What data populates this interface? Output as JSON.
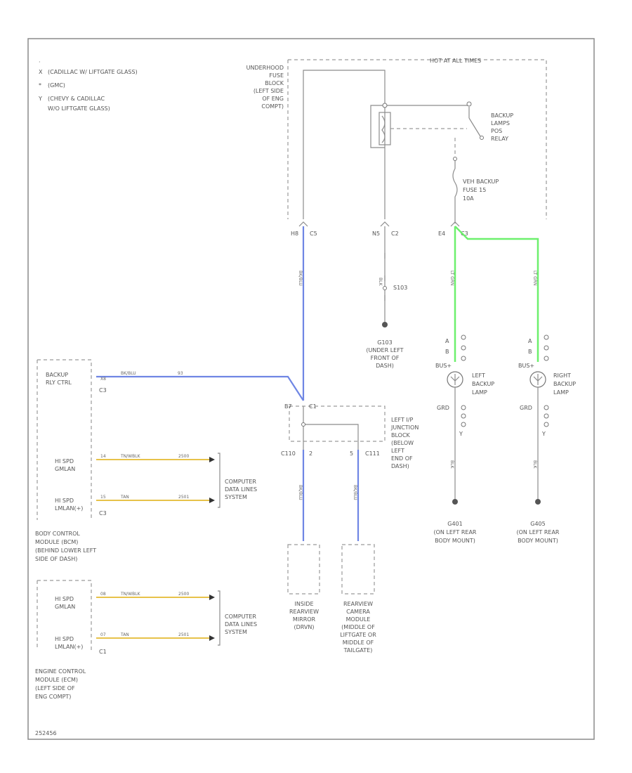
{
  "legend": [
    {
      "symbol": "X",
      "text": "(CADILLAC W/ LIFTGATE GLASS)"
    },
    {
      "symbol": "*",
      "text": "(GMC)"
    },
    {
      "symbol": "Y",
      "text": "(CHEVY & CADILLAC"
    },
    {
      "symbol": "",
      "text": "W/O LIFTGATE GLASS)"
    }
  ],
  "hot_label": "HOT AT ALL TIMES",
  "fuse_block": [
    "UNDERHOOD",
    "FUSE",
    "BLOCK",
    "(LEFT SIDE",
    "OF ENG",
    "COMPT)"
  ],
  "relay": [
    "BACKUP",
    "LAMPS",
    "POS",
    "RELAY"
  ],
  "fuse": [
    "VEH BACKUP",
    "FUSE 15",
    "10A"
  ],
  "connectors": {
    "c5_pin": "H8",
    "c5": "C5",
    "c2_pin": "N5",
    "c2": "C2",
    "c3_pin": "E4",
    "c3": "C3",
    "s103": "S103",
    "c1": "C1",
    "c110_left": "C110",
    "c110_num": "2",
    "c111_num": "5",
    "c111": "C111",
    "c113": "C1"
  },
  "ground_g103": [
    "G103",
    "(UNDER LEFT",
    "FRONT OF",
    "DASH)"
  ],
  "bcm_box": {
    "backup_ctrl": [
      "BACKUP",
      "RLY CTRL"
    ],
    "backup_pin": "X8",
    "backup_wire": "BK/BLU",
    "backup_circuit": "93",
    "c3": "C3",
    "hs_gmlan_1": [
      "HI SPD",
      "GMLAN"
    ],
    "hs_gmlan_2": [
      "HI SPD",
      "LMLAN(+)"
    ],
    "pin_a": "14",
    "pin_b": "15",
    "wire_a": "TN/WBLK",
    "wire_b": "TAN",
    "circuit_a": "2500",
    "circuit_b": "2501",
    "connector": "C3"
  },
  "bcm_label": [
    "BODY CONTROL",
    "MODULE (BCM)",
    "(BEHIND LOWER LEFT",
    "SIDE OF DASH)"
  ],
  "ecm_box": {
    "hs_gmlan_1": [
      "HI SPD",
      "GMLAN"
    ],
    "hs_gmlan_2": [
      "HI SPD",
      "LMLAN(+)"
    ],
    "pin_a": "08",
    "pin_b": "07",
    "wire_a": "TN/WBLK",
    "wire_b": "TAN",
    "circuit_a": "2500",
    "circuit_b": "2501",
    "connector": "C1"
  },
  "ecm_label": [
    "ENGINE CONTROL",
    "MODULE (ECM)",
    "(LEFT SIDE OF",
    "ENG COMPT)"
  ],
  "computer_label": [
    "COMPUTER",
    "DATA LINES",
    "SYSTEM"
  ],
  "junction_label": [
    "LEFT I/P",
    "JUNCTION",
    "BLOCK",
    "(BELOW",
    "LEFT",
    "END OF",
    "DASH)"
  ],
  "mirror_label": [
    "INSIDE",
    "REARVIEW",
    "MIRROR",
    "(DRVN)"
  ],
  "camera_label": [
    "REARVIEW",
    "CAMERA",
    "MODULE",
    "(MIDDLE OF",
    "LIFTGATE OR",
    "MIDDLE OF",
    "TAILGATE)"
  ],
  "left_lamp": [
    "LEFT",
    "BACKUP",
    "LAMP"
  ],
  "right_lamp": [
    "RIGHT",
    "BACKUP",
    "LAMP"
  ],
  "lamp_b_pin": "BUS+",
  "lamp_grd": "GRD",
  "ground_g401": [
    "G401",
    "(ON LEFT REAR",
    "BODY MOUNT)"
  ],
  "ground_g405": [
    "G405",
    "(ON LEFT REAR",
    "BODY MOUNT)"
  ],
  "wire_labels": {
    "c5_down": "BK/BLU",
    "c2_down": "BLK",
    "c3_left": "LT GRN",
    "c3_right": "LT GRN",
    "mirror_wire": "BK/BLU",
    "camera_wire": "BK/BLU",
    "left_gnd": "BLK",
    "right_gnd": "BLK"
  },
  "footer_id": "252456",
  "colors": {
    "blue_wire": "#6f86e4",
    "green_wire": "#6df06d",
    "yellow_wire": "#e7c24a",
    "frame": "#8a8a8a"
  }
}
